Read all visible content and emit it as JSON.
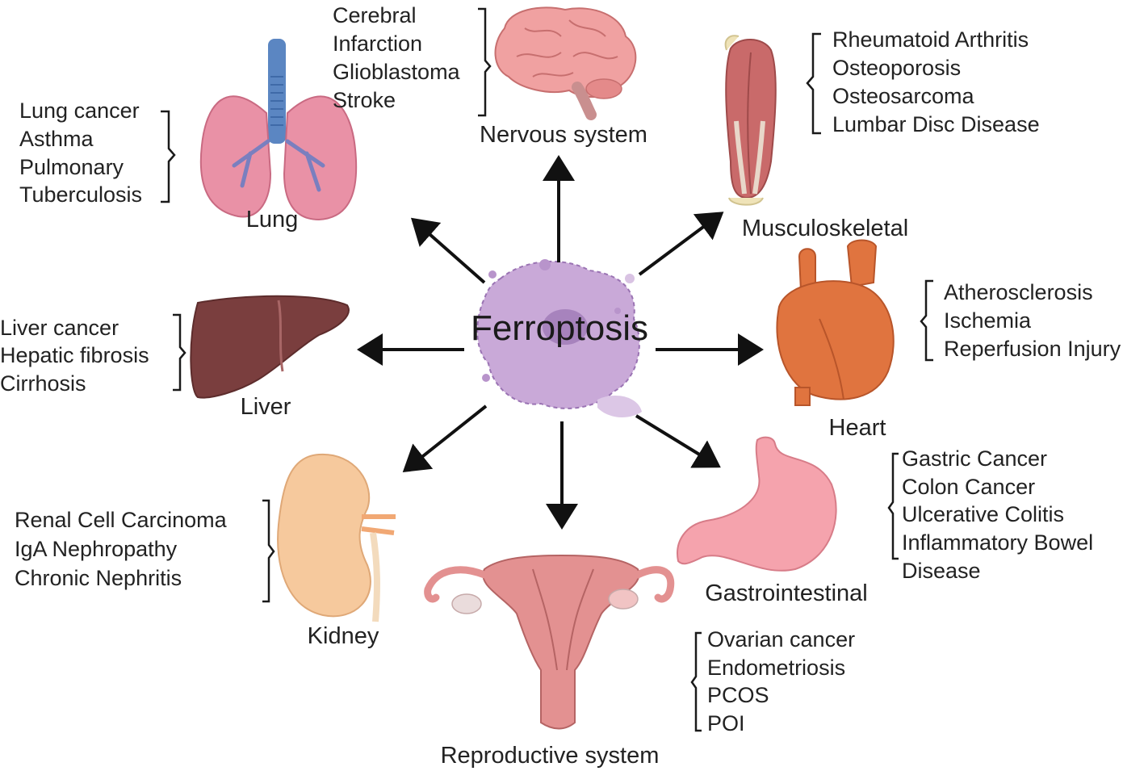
{
  "center": {
    "label": "Ferroptosis"
  },
  "organs": {
    "nervous": {
      "label": "Nervous system",
      "diseases": [
        "Cerebral",
        "Infarction",
        "Glioblastoma",
        "Stroke"
      ]
    },
    "lung": {
      "label": "Lung",
      "diseases": [
        "Lung cancer",
        "Asthma",
        "Pulmonary",
        "Tuberculosis"
      ]
    },
    "musculoskeletal": {
      "label": "Musculoskeletal",
      "diseases": [
        "Rheumatoid Arthritis",
        "Osteoporosis",
        "Osteosarcoma",
        "Lumbar Disc Disease"
      ]
    },
    "liver": {
      "label": "Liver",
      "diseases": [
        "Liver cancer",
        "Hepatic fibrosis",
        "Cirrhosis"
      ]
    },
    "heart": {
      "label": "Heart",
      "diseases": [
        "Atherosclerosis",
        "Ischemia",
        "Reperfusion Injury"
      ]
    },
    "kidney": {
      "label": "Kidney",
      "diseases": [
        "Renal Cell Carcinoma",
        "IgA Nephropathy",
        "Chronic Nephritis"
      ]
    },
    "gastrointestinal": {
      "label": "Gastrointestinal",
      "diseases": [
        "Gastric Cancer",
        "Colon Cancer",
        "Ulcerative Colitis",
        "Inflammatory Bowel",
        "Disease"
      ]
    },
    "reproductive": {
      "label": "Reproductive system",
      "diseases": [
        "Ovarian cancer",
        "Endometriosis",
        "PCOS",
        "POI"
      ]
    }
  },
  "colors": {
    "cell": "#c7a6d6",
    "cell_dark": "#a57ebd",
    "lung": "#e88fa3",
    "trachea": "#5b86c2",
    "brain": "#ec9a9a",
    "muscle": "#c96a6a",
    "bone": "#efe3b8",
    "liver": "#7a3e3e",
    "heart": "#e0743f",
    "kidney": "#f6c99d",
    "stomach": "#f5a3ad",
    "uterus": "#e39191"
  }
}
